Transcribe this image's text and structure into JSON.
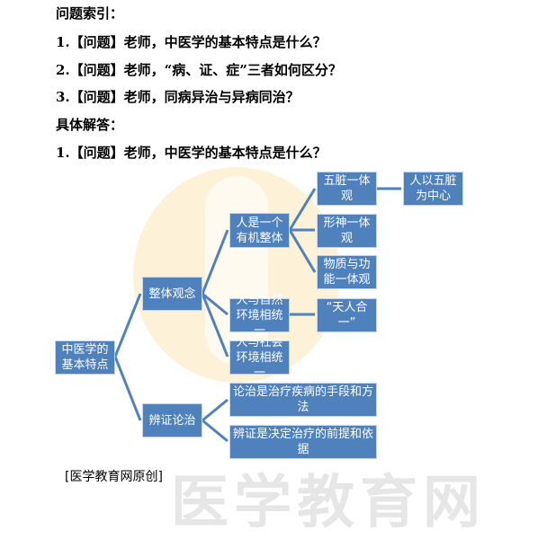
{
  "index_title": "问题索引：",
  "questions": [
    "1.【问题】老师，中医学的基本特点是什么？",
    "2.【问题】老师，“病、证、症”三者如何区分？",
    "3.【问题】老师，同病异治与异病同治？"
  ],
  "answer_title": "具体解答：",
  "answer_question": "1.【问题】老师，中医学的基本特点是什么？",
  "diagram": {
    "root": "中医学的基本特点",
    "holistic": "整体观念",
    "syndrome": "辨证论治",
    "organic": "人是一个有机整体",
    "nature": "人与自然环境相统一",
    "society": "人与社会环境相统一",
    "zang": "五脏一体观",
    "zang_center": "人以五脏为中心",
    "form_spirit": "形神一体观",
    "matter_function": "物质与功能一体观",
    "heaven_man": "“天人合一”",
    "treatment": "论治是治疗疾病的手段和方法",
    "differentiation": "辨证是决定治疗的前提和依据"
  },
  "caption": "[医学教育网原创]",
  "watermark": "医学教育网",
  "colors": {
    "box": "#4f81bd",
    "link": "#4f81bd"
  }
}
